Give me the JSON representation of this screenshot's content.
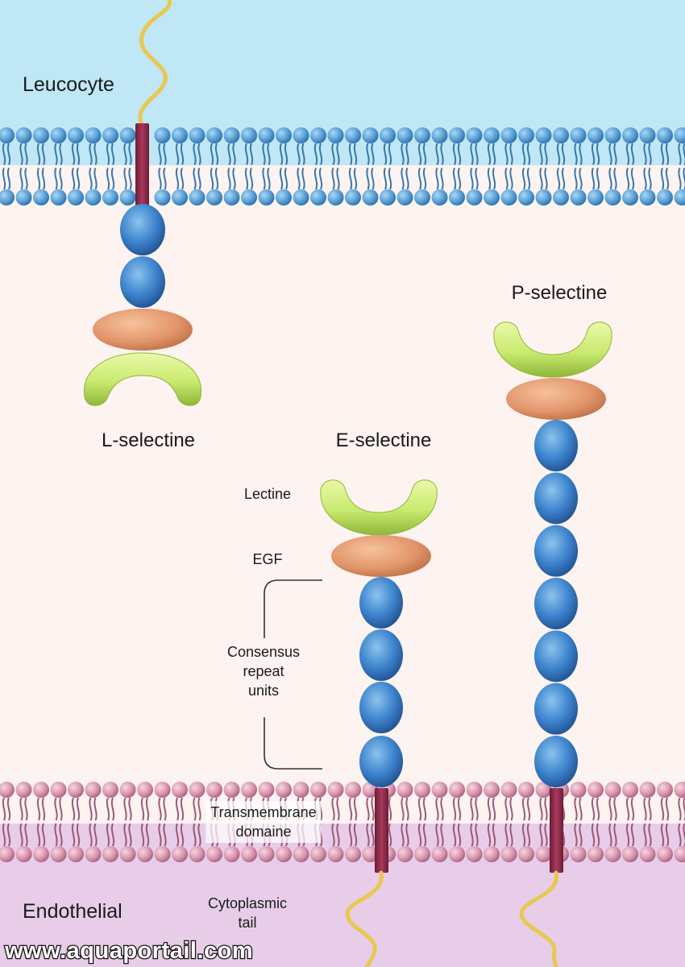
{
  "labels": {
    "leucocyte": "Leucocyte",
    "endothelial": "Endothelial",
    "l_selectine": "L-selectine",
    "e_selectine": "E-selectine",
    "p_selectine": "P-selectine",
    "lectine": "Lectine",
    "egf": "EGF",
    "consensus": [
      "Consensus",
      "repeat",
      "units"
    ],
    "transmembrane": [
      "Transmembrane",
      "domaine"
    ],
    "cytoplasmic": [
      "Cytoplasmic",
      "tail"
    ]
  },
  "watermark": "www.aquaportail.com",
  "colors": {
    "leucocyte_bg": "#bfe7f5",
    "middle_bg": "#fdf3f0",
    "endothelial_bg": "#e7cde8",
    "blue_head": "#5a9fd6",
    "pink_head": "#dea0b8",
    "blue_domain": "#3f86cf",
    "egf": "#e2956b",
    "lectine": "#c9ea6f",
    "transmembrane": "#8e2a4a",
    "tail": "#f0d86a"
  },
  "selectins": [
    {
      "name": "L-selectine",
      "consensus_repeat_units": 2
    },
    {
      "name": "E-selectine",
      "consensus_repeat_units": 4
    },
    {
      "name": "P-selectine",
      "consensus_repeat_units": 7
    }
  ]
}
